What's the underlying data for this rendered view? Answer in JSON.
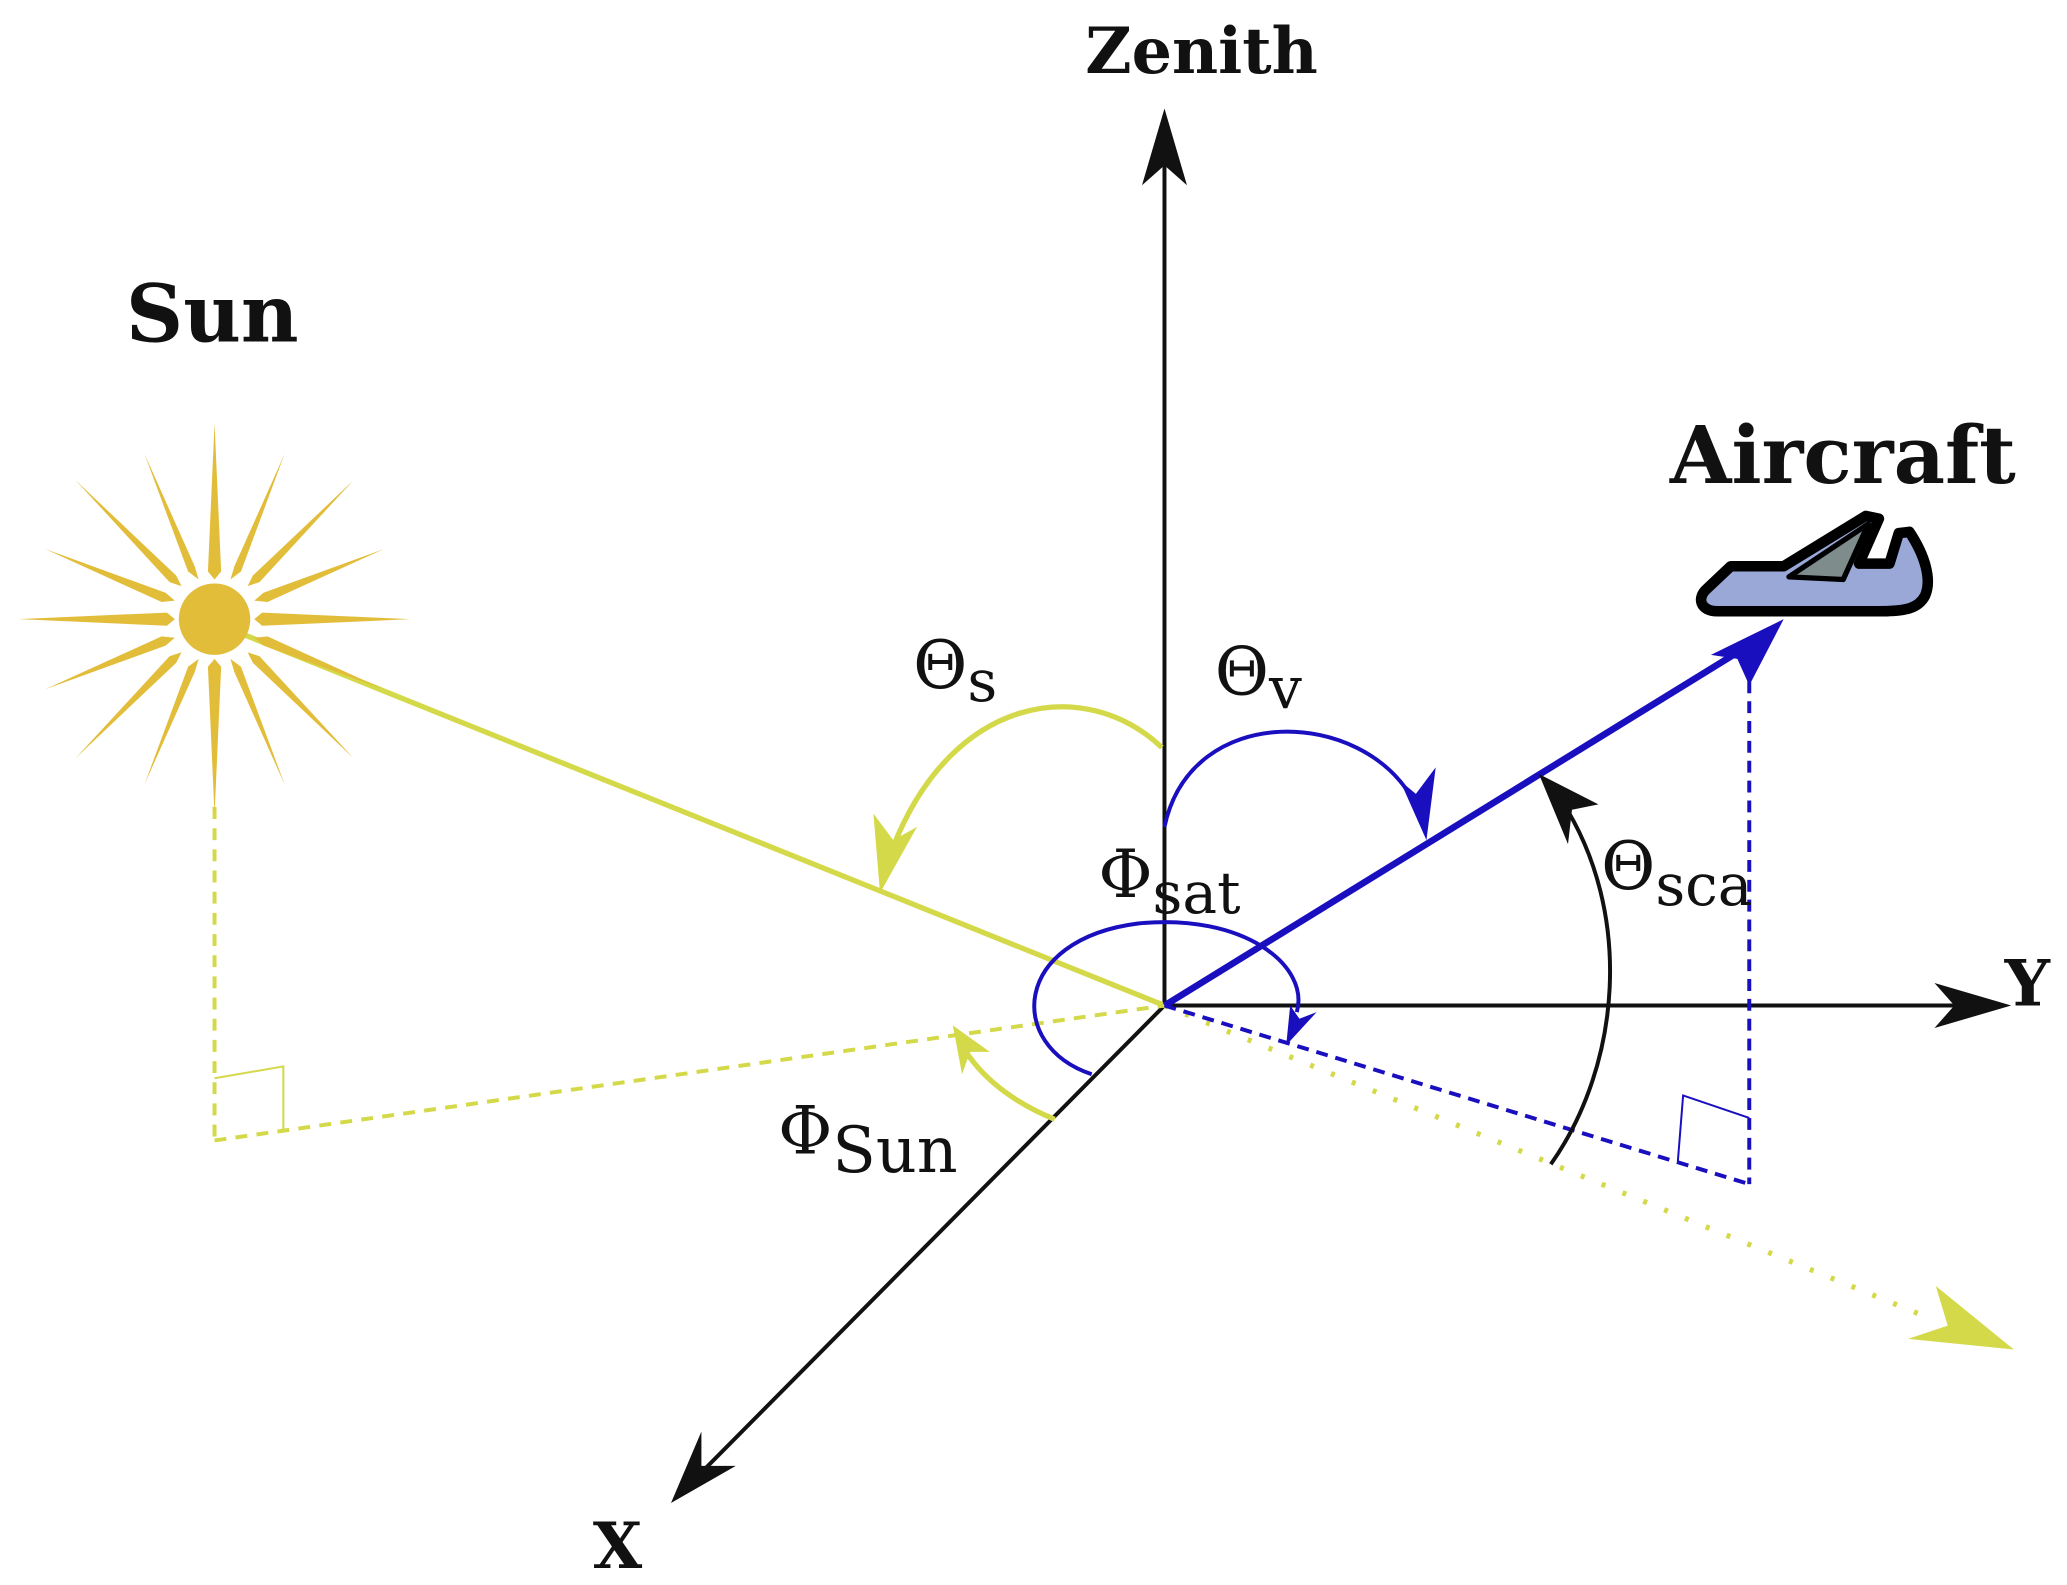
{
  "labels": {
    "zenith": "Zenith",
    "sun": "Sun",
    "aircraft": "Aircraft",
    "theta_s": "Θ",
    "theta_s_sub": "s",
    "theta_v": "Θ",
    "theta_v_sub": "v",
    "phi_sat": "Φ",
    "phi_sat_sub": "sat",
    "theta_sca": "Θ",
    "theta_sca_sub": "sca",
    "phi_sun": "Φ",
    "phi_sun_sub": "Sun",
    "x_axis": "X",
    "y_axis": "Y"
  },
  "colors": {
    "sun": "#e2bd3a",
    "sun_ray": "#d4d94a",
    "view": "#1a0fbf",
    "axis": "#111111",
    "aircraft_body": "#9aa8d8",
    "aircraft_window": "#7f8c8c"
  }
}
